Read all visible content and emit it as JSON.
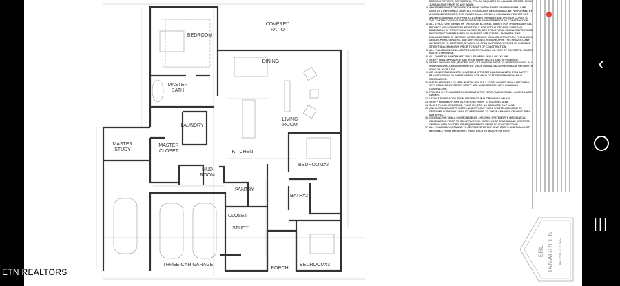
{
  "watermark": "ETN REALTORS",
  "plan": {
    "rooms": {
      "covered_patio": "COVERED",
      "covered_patio2": "PATIO",
      "bedroom": "BEDROOM",
      "dining": "DINING",
      "master_bath": "MASTER",
      "master_bath2": "BATH",
      "laundry": "LAUNDRY",
      "living": "LIVING",
      "living2": "ROOM",
      "master_study": "MASTER",
      "master_study2": "STUDY",
      "master_closet": "MASTER",
      "master_closet2": "CLOSET",
      "kitchen": "KITCHEN",
      "bedroom2": "BEDROOM#2",
      "mud": "MUD",
      "mud2": "ROOM",
      "pantry": "PANTRY",
      "bath2": "BATH#2",
      "closet": "CLOSET",
      "study": "STUDY",
      "porch": "PORCH",
      "bedroom3": "BEDROOM#3",
      "garage": "THREE-CAR GARAGE"
    }
  },
  "notes": {
    "top": "DRAWING REVIEWS, INSPECTIONS, ETC. AS REQUIRED BY ALL AUTHORITIES HAVING JURISDICTION PRIOR TO ANY WORK.",
    "items": [
      "ANY REFERENCE TO FOUNDATION WORK WITHIN THESE DRAWINGS SHALL BE USED AS A REFERENCE ONLY. ALL FOUNDATION DESIGN SHALL BE PERFORMED BY A LICENSED ENGINEER. THE OWNER SHALL OBTAIN A SOILS ANALYSIS, REPORT AND RECOMMENDATION FROM A LICENSED ENGINEER AND PROVIDE COPIES TO THE CONTRACTOR AND THE FOUNDATION ENGINEER PRIOR TO CONSTRUCTION.",
      "ALL STRUCTURE SHOWN ON THE ARCHITECTURAL SHEETS FOR THIS RESIDENTIAL PROJECT ARE FOR DESIGN INTENT ONLY. FOR ACTUAL DETAILS, SIZES AND DIMENSIONS OF STRUCTURAL ELEMENTS, SEE STRUCTURAL DRAWINGS PROVIDED BY CONTRACTOR PREPARED BY LICENSED STRUCTURAL ENGINEER. THIS INCLUDES SIZES OF INTERIOR JOISTS, BEAMS, WALL CONSTRUCTION, FOUNDATION DESIGN, PIERS, GIRDERS, AND ANY TRUSSES REQUIRED FOR THIS PROJECT. ANY ALTERATION TO JOIST SIZE, SPACING OR SPAN MUST BE APPROVED BY LICENSED STRUCTURAL ENGINEER PRIOR TO START OF CONSTRUCTION.",
      "ALL PLAN DIMENSIONS ARE TO FACE OF FRAMING OR FACE OF CONCRETE, UNLESS NOTED OTHERWISE.",
      "ALL TOILET & LAUNDRY WET WALL FRAMING SHALL BE 2X6 MIN.",
      "VERIFY FINAL APPLIANCE AND ROOM FINISH SELECTIONS WITH OWNER.",
      "VERIFY WINDOW SIZE, HEADER, AND LITE DIVISION PRIOR TO ORDERING UNITS. ALL WINDOWS SHALL BE A MINIMUM 1/2\" THICK INSULATED LOW-E WINDOW UNITS WITH SGHC OF 30 OR LESS.",
      "AIR CONDITIONING UNITS LOCATED IN ATTIC SET IN A GALVANIZED IRON SAFETY PAN WITH DRAIN TO SOFFIT. VERIFY SIZE AND LOCATION WITH MECHANICAL CONTRACTOR.",
      "WATER HEATERS LOCATED IN ATTIC IN 3' X 3' X 6\" GALVANIZED IRON SAFETY PAN WITH DRAIN TO EXTERIOR. VERIFY SIZE AND LOCATION WITH PLUMBING CONTRACTOR.",
      "PROVIDE 3/4\" PLYWOOD FLOORING AT ATTIC. VERIFY AMOUNT AND LOCATION WITH OWNER.",
      "LAYOUT FOUNDATION FROM ARCHITECTURAL DRAWINGS ONLY!!!",
      "VERIFY FINISHED FLOOR ELEVATIONS PRIOR TO POURING SLAB.",
      "SLOPE FLOOR AT GARAGE, PORCHES, ETC. AS INDICATED ON PLANS.",
      "ANY ALTERATION OF THESE PLANS WITHOUT PRIOR WRITTEN CONSENT OF DESIGNER VOIDS ANY LIABILITY PERTAINING TO THESE CHANGES OR WHAT THEY MAY AFFECT.",
      "CONTRACTOR SHALL COORDINATE A/C - HEATING SYSTEM WITH MECHANICAL CONTRACTOR PRIOR TO CONSTRUCTION. VERIFY JOIST SPACING AND DIRECTION OF SPAN WITH DUCT ROUTE REQUIREMENTS PRIOR TO CONSTRUCTION.",
      "ALL PLUMBING VENTS ARE TO BE ROUTED TO THE REAR ROOFS AND SHALL NOT BE VISIBLE FROM THE STREET. PAINT EACH TO MATCH THE ROOF."
    ]
  },
  "logo": {
    "line1": "SRL",
    "line2": "IANAGREEN",
    "line3": "ARCHITECTURE"
  },
  "nav": {
    "back_icon": "back-chevron-icon",
    "home_icon": "home-circle-icon",
    "recents_icon": "recents-bars-icon"
  },
  "colors": {
    "wall": "#333333",
    "dim": "#999999",
    "accent": "#e53935"
  }
}
